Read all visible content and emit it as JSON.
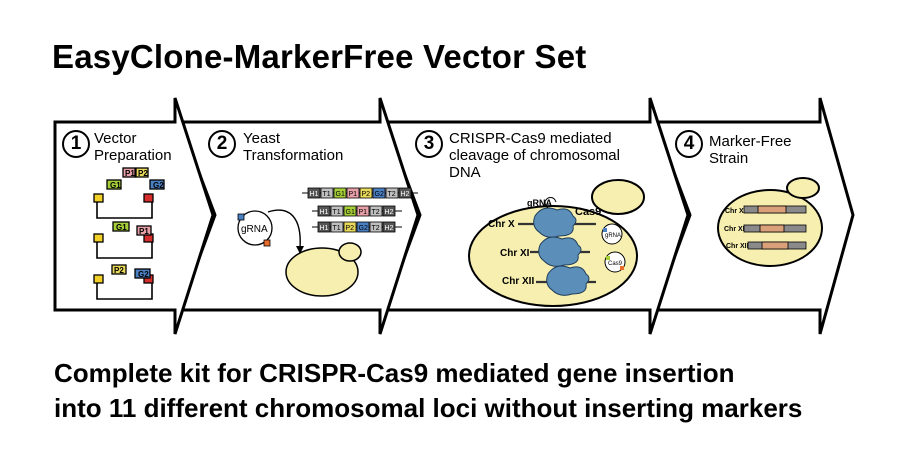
{
  "title": "EasyClone-MarkerFree Vector Set",
  "caption": {
    "line1": "Complete kit for CRISPR-Cas9 mediated gene insertion",
    "line2": "into 11 different chromosomal loci without inserting markers"
  },
  "steps": [
    {
      "number": "1",
      "line1": "Vector",
      "line2": "Preparation",
      "line3": ""
    },
    {
      "number": "2",
      "line1": "Yeast",
      "line2": "Transformation",
      "line3": ""
    },
    {
      "number": "3",
      "line1": "CRISPR-Cas9 mediated",
      "line2": "cleavage of chromosomal",
      "line3": "DNA"
    },
    {
      "number": "4",
      "line1": "Marker-Free",
      "line2": "Strain",
      "line3": ""
    }
  ],
  "step1": {
    "vector_a": [
      "G1",
      "P1",
      "P2",
      "G2"
    ],
    "vector_b": [
      "G1",
      "P1"
    ],
    "vector_c": [
      "P2",
      "G2"
    ]
  },
  "step2": {
    "grna": "gRNA",
    "cassettes": [
      [
        "H1",
        "T1",
        "G1",
        "P1",
        "P2",
        "G2",
        "T2",
        "H2"
      ],
      [
        "H1",
        "T1",
        "G1",
        "P1",
        "T2",
        "H2"
      ],
      [
        "H1",
        "T1",
        "P2",
        "G2",
        "T2",
        "H2"
      ]
    ]
  },
  "step3": {
    "grna": "gRNA",
    "cas9": "Cas9",
    "chromosomes": [
      "Chr X",
      "Chr XI",
      "Chr XII"
    ],
    "plasmid_grna": "gRNA",
    "plasmid_cas9": "Cas9"
  },
  "step4": {
    "chromosomes": [
      "Chr X",
      "Chr XI",
      "Chr XII"
    ]
  },
  "colors": {
    "g1": "#a6ce39",
    "g2": "#4a7fc1",
    "p1": "#e8a0a8",
    "p2": "#e8d95a",
    "marker_red": "#d62d2d",
    "marker_yellow": "#f2d027",
    "cell": "#f7efb0",
    "homology": "#555555",
    "terminator": "#bfbfbf",
    "protein": "#5b8fb9",
    "insert": "#d9a07a"
  }
}
